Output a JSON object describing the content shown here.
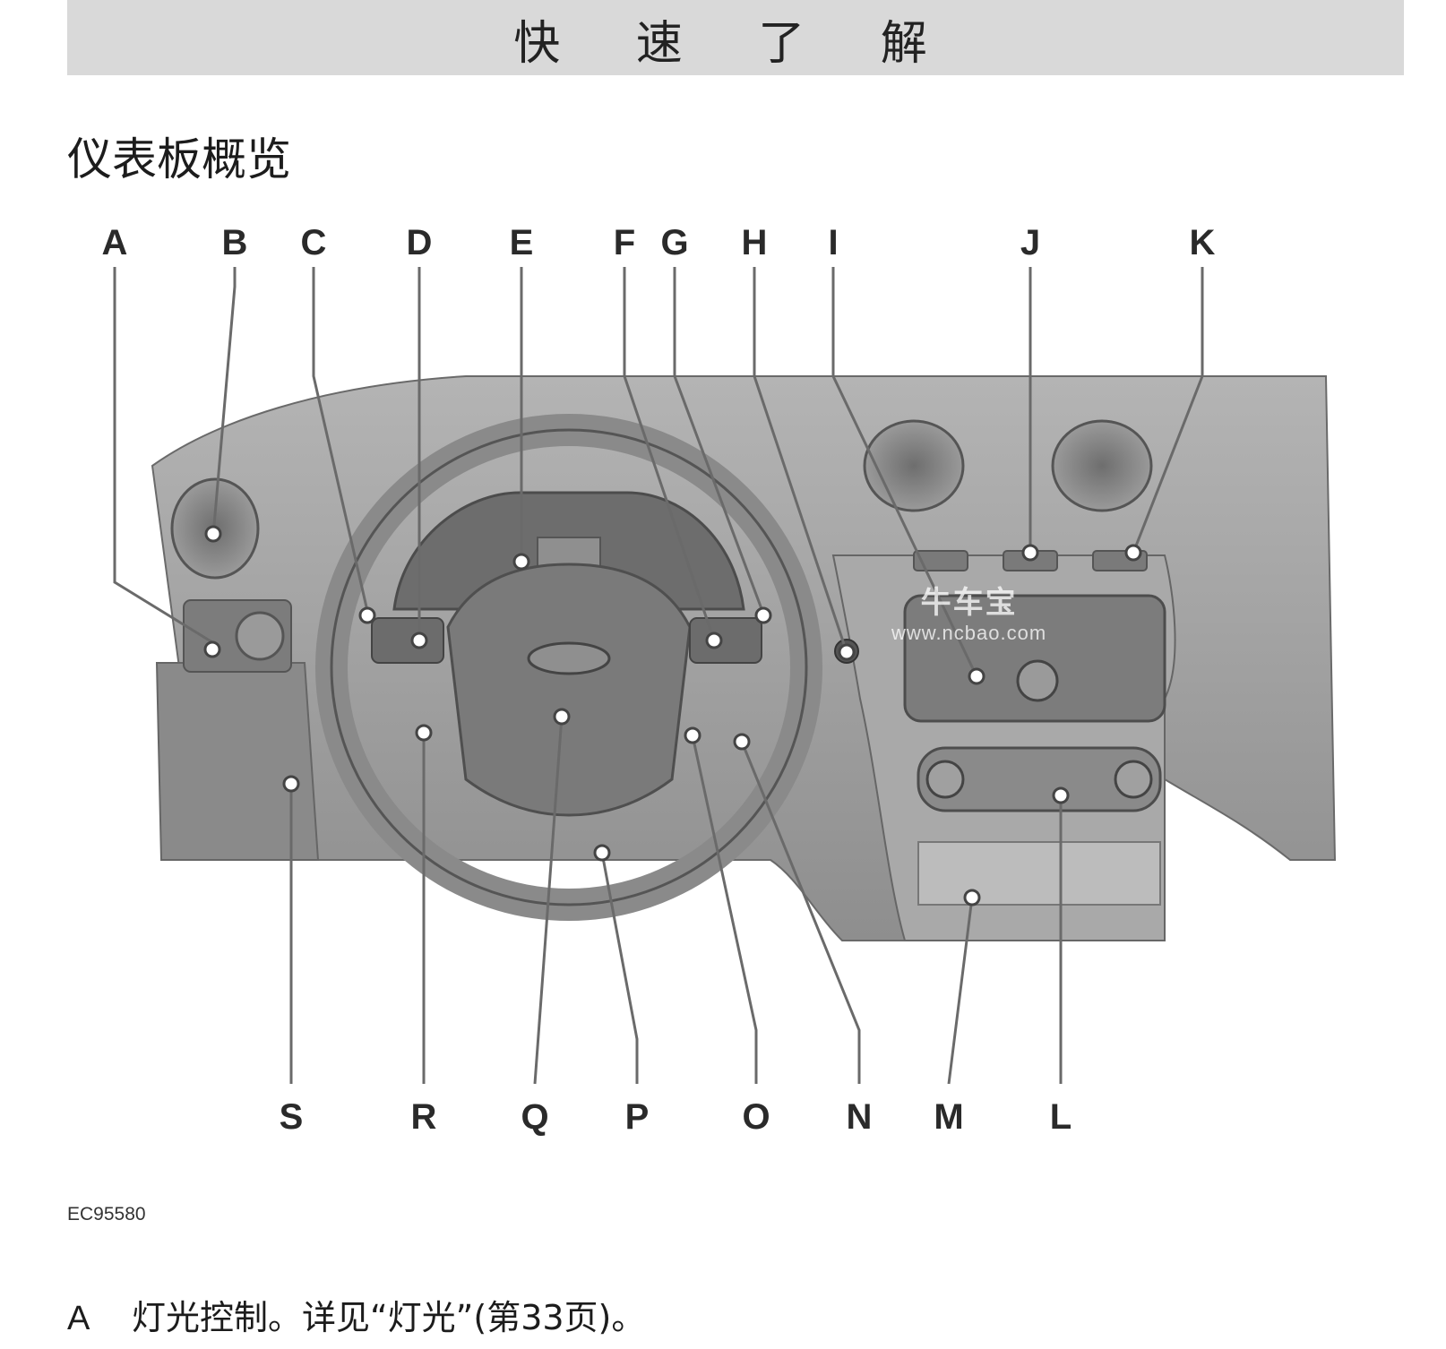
{
  "header": {
    "title": "快 速 了 解"
  },
  "section": {
    "title": "仪表板概览"
  },
  "figure": {
    "id": "EC95580",
    "watermark": {
      "brand": "牛车宝",
      "url": "www.ncbao.com"
    },
    "top_labels": [
      "A",
      "B",
      "C",
      "D",
      "E",
      "F",
      "G",
      "H",
      "I",
      "J",
      "K"
    ],
    "bottom_labels": [
      "S",
      "R",
      "Q",
      "P",
      "O",
      "N",
      "M",
      "L"
    ]
  },
  "legend": [
    {
      "letter": "A",
      "text": "灯光控制。详见“灯光”(第33页)。"
    }
  ]
}
